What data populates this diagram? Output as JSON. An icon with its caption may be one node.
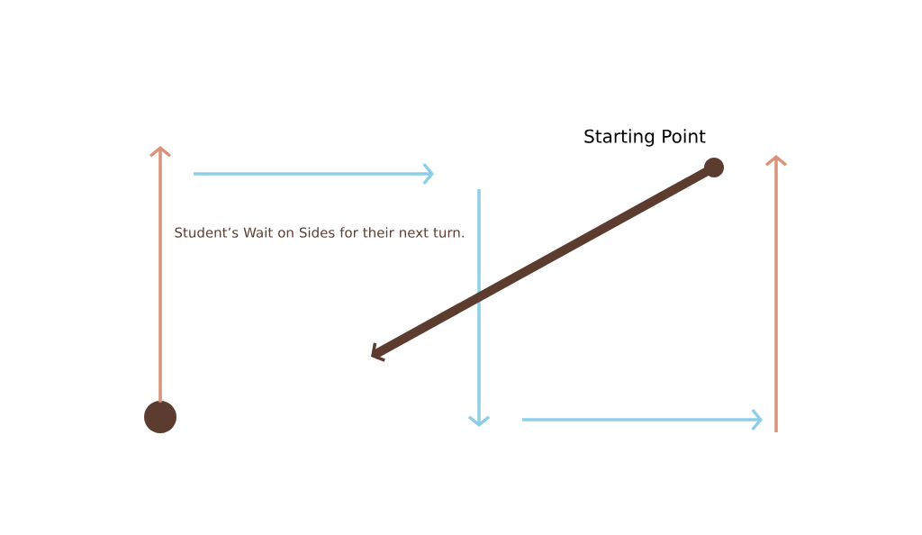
{
  "diagram": {
    "nodes": [
      {
        "text": [],
        "shape": "circle",
        "beside": [
          "Starting Point"
        ]
      },
      {
        "text": [],
        "shape": "circle"
      }
    ],
    "edges": [
      {
        "from": 0,
        "to": null,
        "arrow": "to",
        "style": "thick",
        "color": "#5b3c2f"
      },
      {
        "from": 1,
        "to": null,
        "arrow": "to",
        "color": "#d9937a"
      }
    ],
    "labels": [
      "Student’s Wait on Sides for their next turn."
    ]
  }
}
